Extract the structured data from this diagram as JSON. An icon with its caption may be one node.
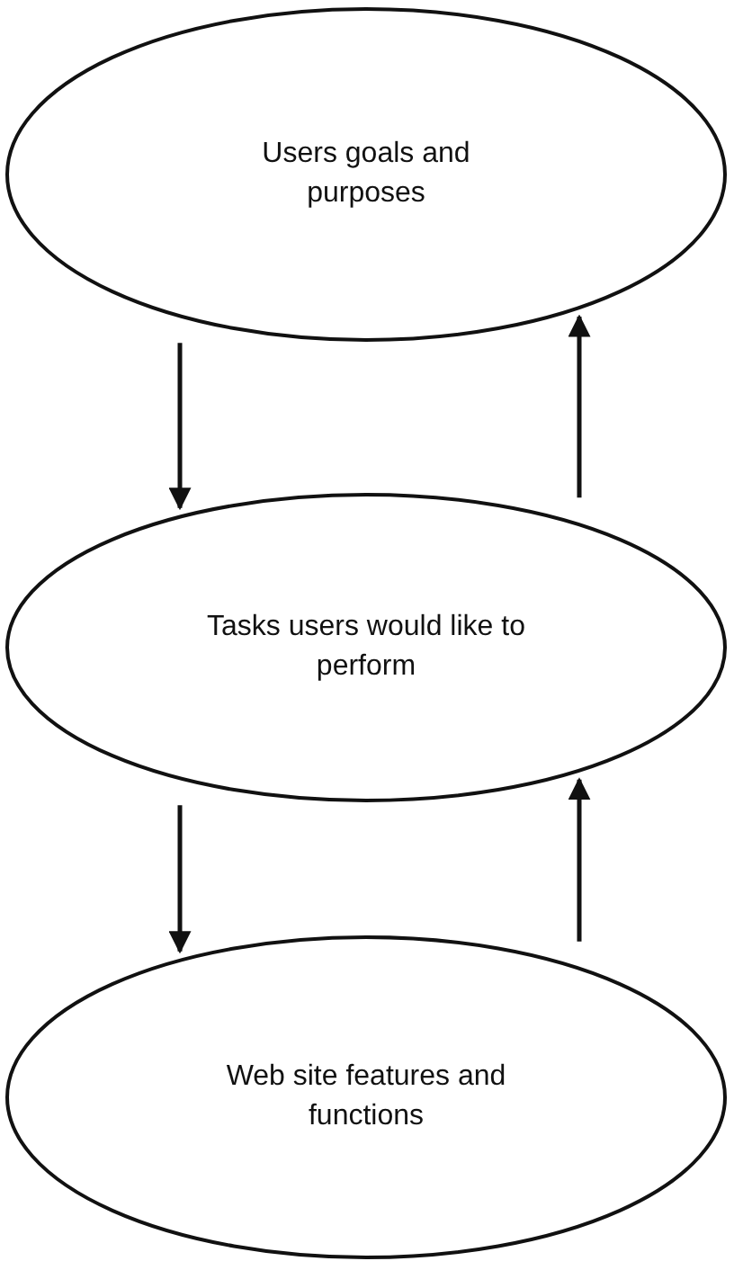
{
  "diagram": {
    "nodes": [
      {
        "text": [
          "Users goals and purposes"
        ]
      },
      {
        "text": [
          "Tasks users would like to perform"
        ]
      },
      {
        "text": [
          "Web site features and functions"
        ]
      }
    ],
    "edges": [
      {
        "from": 0,
        "to": 1,
        "arrow": "to"
      },
      {
        "from": 1,
        "to": 0,
        "arrow": "to"
      },
      {
        "from": 1,
        "to": 2,
        "arrow": "to"
      },
      {
        "from": 2,
        "to": 1,
        "arrow": "to"
      }
    ]
  }
}
